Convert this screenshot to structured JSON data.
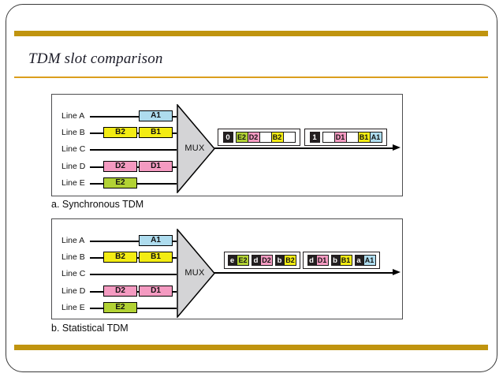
{
  "slide": {
    "title": "TDM slot comparison"
  },
  "colors": {
    "gold_bar": "#C0940F",
    "gold_rule": "#DB9E1C",
    "yellow": "#F3EC13",
    "pink": "#F49AC1",
    "green": "#B2D234",
    "blue": "#AEDCEE",
    "mux_gray": "#D4D4D6",
    "slot_black": "#231F20",
    "empty_slot": "#FFFFFF"
  },
  "diagram_a": {
    "caption": "a. Synchronous TDM",
    "mux_label": "MUX",
    "lines": [
      {
        "label": "Line A",
        "boxes": [
          {
            "text": "A1",
            "color": "blue"
          }
        ]
      },
      {
        "label": "Line B",
        "boxes": [
          {
            "text": "B2",
            "color": "yellow"
          },
          {
            "text": "B1",
            "color": "yellow"
          }
        ]
      },
      {
        "label": "Line C",
        "boxes": []
      },
      {
        "label": "Line D",
        "boxes": [
          {
            "text": "D2",
            "color": "pink"
          },
          {
            "text": "D1",
            "color": "pink"
          }
        ]
      },
      {
        "label": "Line E",
        "boxes": [
          {
            "text": "E2",
            "color": "green"
          }
        ]
      }
    ],
    "frames": [
      {
        "frame_number": "0",
        "slots": [
          {
            "text": "E2",
            "color": "green"
          },
          {
            "text": "D2",
            "color": "pink"
          },
          {
            "text": "",
            "color": "empty"
          },
          {
            "text": "B2",
            "color": "yellow"
          },
          {
            "text": "",
            "color": "empty"
          }
        ]
      },
      {
        "frame_number": "1",
        "slots": [
          {
            "text": "",
            "color": "empty"
          },
          {
            "text": "D1",
            "color": "pink"
          },
          {
            "text": "",
            "color": "empty"
          },
          {
            "text": "B1",
            "color": "yellow"
          },
          {
            "text": "A1",
            "color": "blue"
          }
        ]
      }
    ]
  },
  "diagram_b": {
    "caption": "b. Statistical TDM",
    "mux_label": "MUX",
    "lines": [
      {
        "label": "Line A",
        "boxes": [
          {
            "text": "A1",
            "color": "blue"
          }
        ]
      },
      {
        "label": "Line B",
        "boxes": [
          {
            "text": "B2",
            "color": "yellow"
          },
          {
            "text": "B1",
            "color": "yellow"
          }
        ]
      },
      {
        "label": "Line C",
        "boxes": []
      },
      {
        "label": "Line D",
        "boxes": [
          {
            "text": "D2",
            "color": "pink"
          },
          {
            "text": "D1",
            "color": "pink"
          }
        ]
      },
      {
        "label": "Line E",
        "boxes": [
          {
            "text": "E2",
            "color": "green"
          }
        ]
      }
    ],
    "frames": [
      {
        "slots": [
          {
            "address": "e",
            "text": "E2",
            "color": "green"
          },
          {
            "address": "d",
            "text": "D2",
            "color": "pink"
          },
          {
            "address": "b",
            "text": "B2",
            "color": "yellow"
          }
        ]
      },
      {
        "slots": [
          {
            "address": "d",
            "text": "D1",
            "color": "pink"
          },
          {
            "address": "b",
            "text": "B1",
            "color": "yellow"
          },
          {
            "address": "a",
            "text": "A1",
            "color": "blue"
          }
        ]
      }
    ]
  }
}
